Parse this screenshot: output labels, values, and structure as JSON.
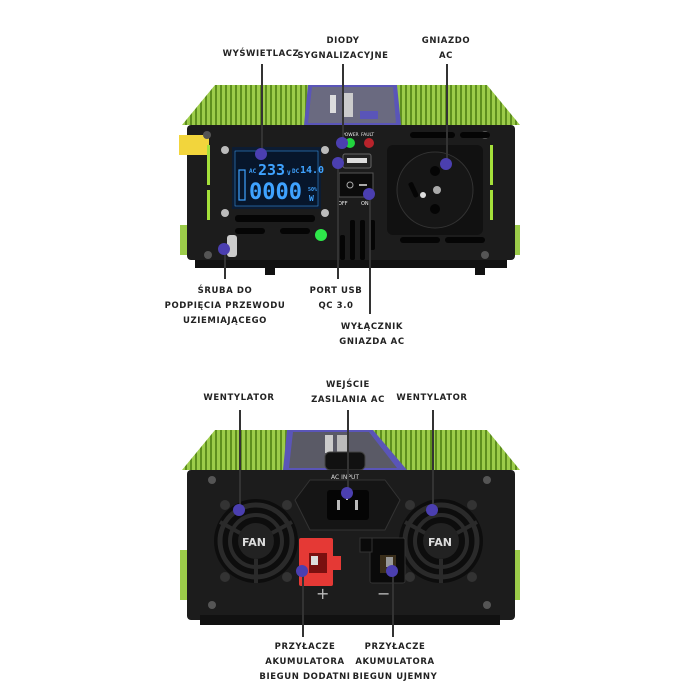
{
  "top_view": {
    "labels": {
      "display": "WYŚWIETLACZ",
      "leds_line1": "DIODY",
      "leds_line2": "SYGNALIZACYJNE",
      "ac_socket_line1": "GNIAZDO",
      "ac_socket_line2": "AC",
      "ground_screw_line1": "ŚRUBA DO",
      "ground_screw_line2": "PODPIĘCIA PRZEWODU",
      "ground_screw_line3": "UZIEMIAJĄCEGO",
      "usb_port_line1": "PORT USB",
      "usb_port_line2": "QC 3.0",
      "ac_switch_line1": "WYŁĄCZNIK",
      "ac_switch_line2": "GNIAZDA AC"
    },
    "lcd": {
      "ac_prefix": "AC",
      "ac_value": "233",
      "ac_unit": "V",
      "dc_prefix": "DC",
      "dc_value": "14.0",
      "dc_unit": "V",
      "power_value": "0000",
      "power_percent": "50%",
      "power_unit": "W"
    },
    "panel_text": {
      "power_led": "POWER",
      "fault_led": "FAULT",
      "switch_off": "OFF",
      "switch_on": "ON"
    }
  },
  "bottom_view": {
    "labels": {
      "fan_left": "WENTYLATOR",
      "fan_right": "WENTYLATOR",
      "ac_input_line1": "WEJŚCIE",
      "ac_input_line2": "ZASILANIA AC",
      "positive_line1": "PRZYŁACZE",
      "positive_line2": "AKUMULATORA",
      "positive_line3": "BIEGUN DODATNI",
      "negative_line1": "PRZYŁACZE",
      "negative_line2": "AKUMULATORA",
      "negative_line3": "BIEGUN UJEMNY"
    },
    "panel_text": {
      "fan_left": "FAN",
      "fan_right": "FAN",
      "ac_input": "AC INPUT",
      "plus": "+",
      "minus": "−"
    }
  },
  "colors": {
    "marker": "#4b3fb0",
    "heatsink_green": "#8bc34a",
    "panel_black": "#1c1c1c",
    "lcd_blue": "#3fa3ff",
    "positive_red": "#e53935"
  }
}
